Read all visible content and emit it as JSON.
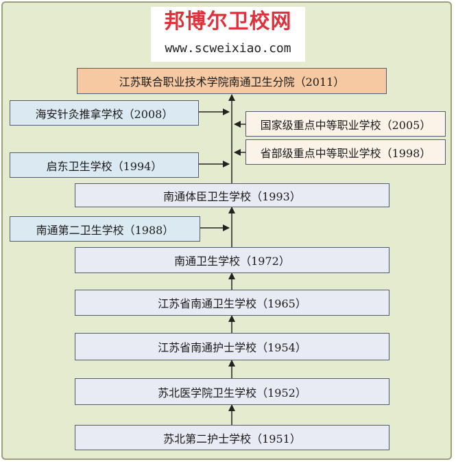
{
  "watermark": {
    "title": "邦博尔卫校网",
    "url": "www.scweixiao.com"
  },
  "top_box": "江苏联合职业技术学院南通卫生分院（2011）",
  "side_boxes": [
    "海安针灸推拿学校（2008）",
    "启东卫生学校（1994）",
    "南通第二卫生学校（1988）"
  ],
  "notes": [
    "国家级重点中等职业学校（2005）",
    "省部级重点中等职业学校（1998）"
  ],
  "main_boxes": [
    "南通体臣卫生学校（1993）",
    "南通卫生学校（1972）",
    "江苏省南通卫生学校（1965）",
    "江苏省南通护士学校（1954）",
    "苏北医学院卫生学校（1952）",
    "苏北第二护士学校（1951）"
  ],
  "colors": {
    "background": "#e4ebcf",
    "top_box": "#f6c9a2",
    "main_box": "#e8ebf4",
    "side_box": "#dbe9f2",
    "note_box": "#fcf3e8",
    "watermark_title": "#e0303a"
  }
}
